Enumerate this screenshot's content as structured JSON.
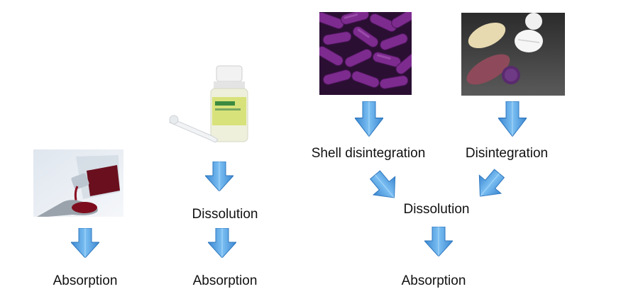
{
  "labels": {
    "syrup_absorption": "Absorption",
    "drops_dissolution": "Dissolution",
    "drops_absorption": "Absorption",
    "shell_disintegration": "Shell disintegration",
    "disintegration": "Disintegration",
    "combined_dissolution": "Dissolution",
    "combined_absorption": "Absorption"
  },
  "icons": {
    "syrup": "syrup-spoon-image",
    "drops": "dropper-bottle-image",
    "capsules": "capsules-image",
    "tablets": "tablets-image",
    "arrow": "blue-down-arrow"
  },
  "colors": {
    "arrow_fill": "#4f9de0",
    "arrow_dark": "#2f7dc8",
    "text": "#111111"
  }
}
